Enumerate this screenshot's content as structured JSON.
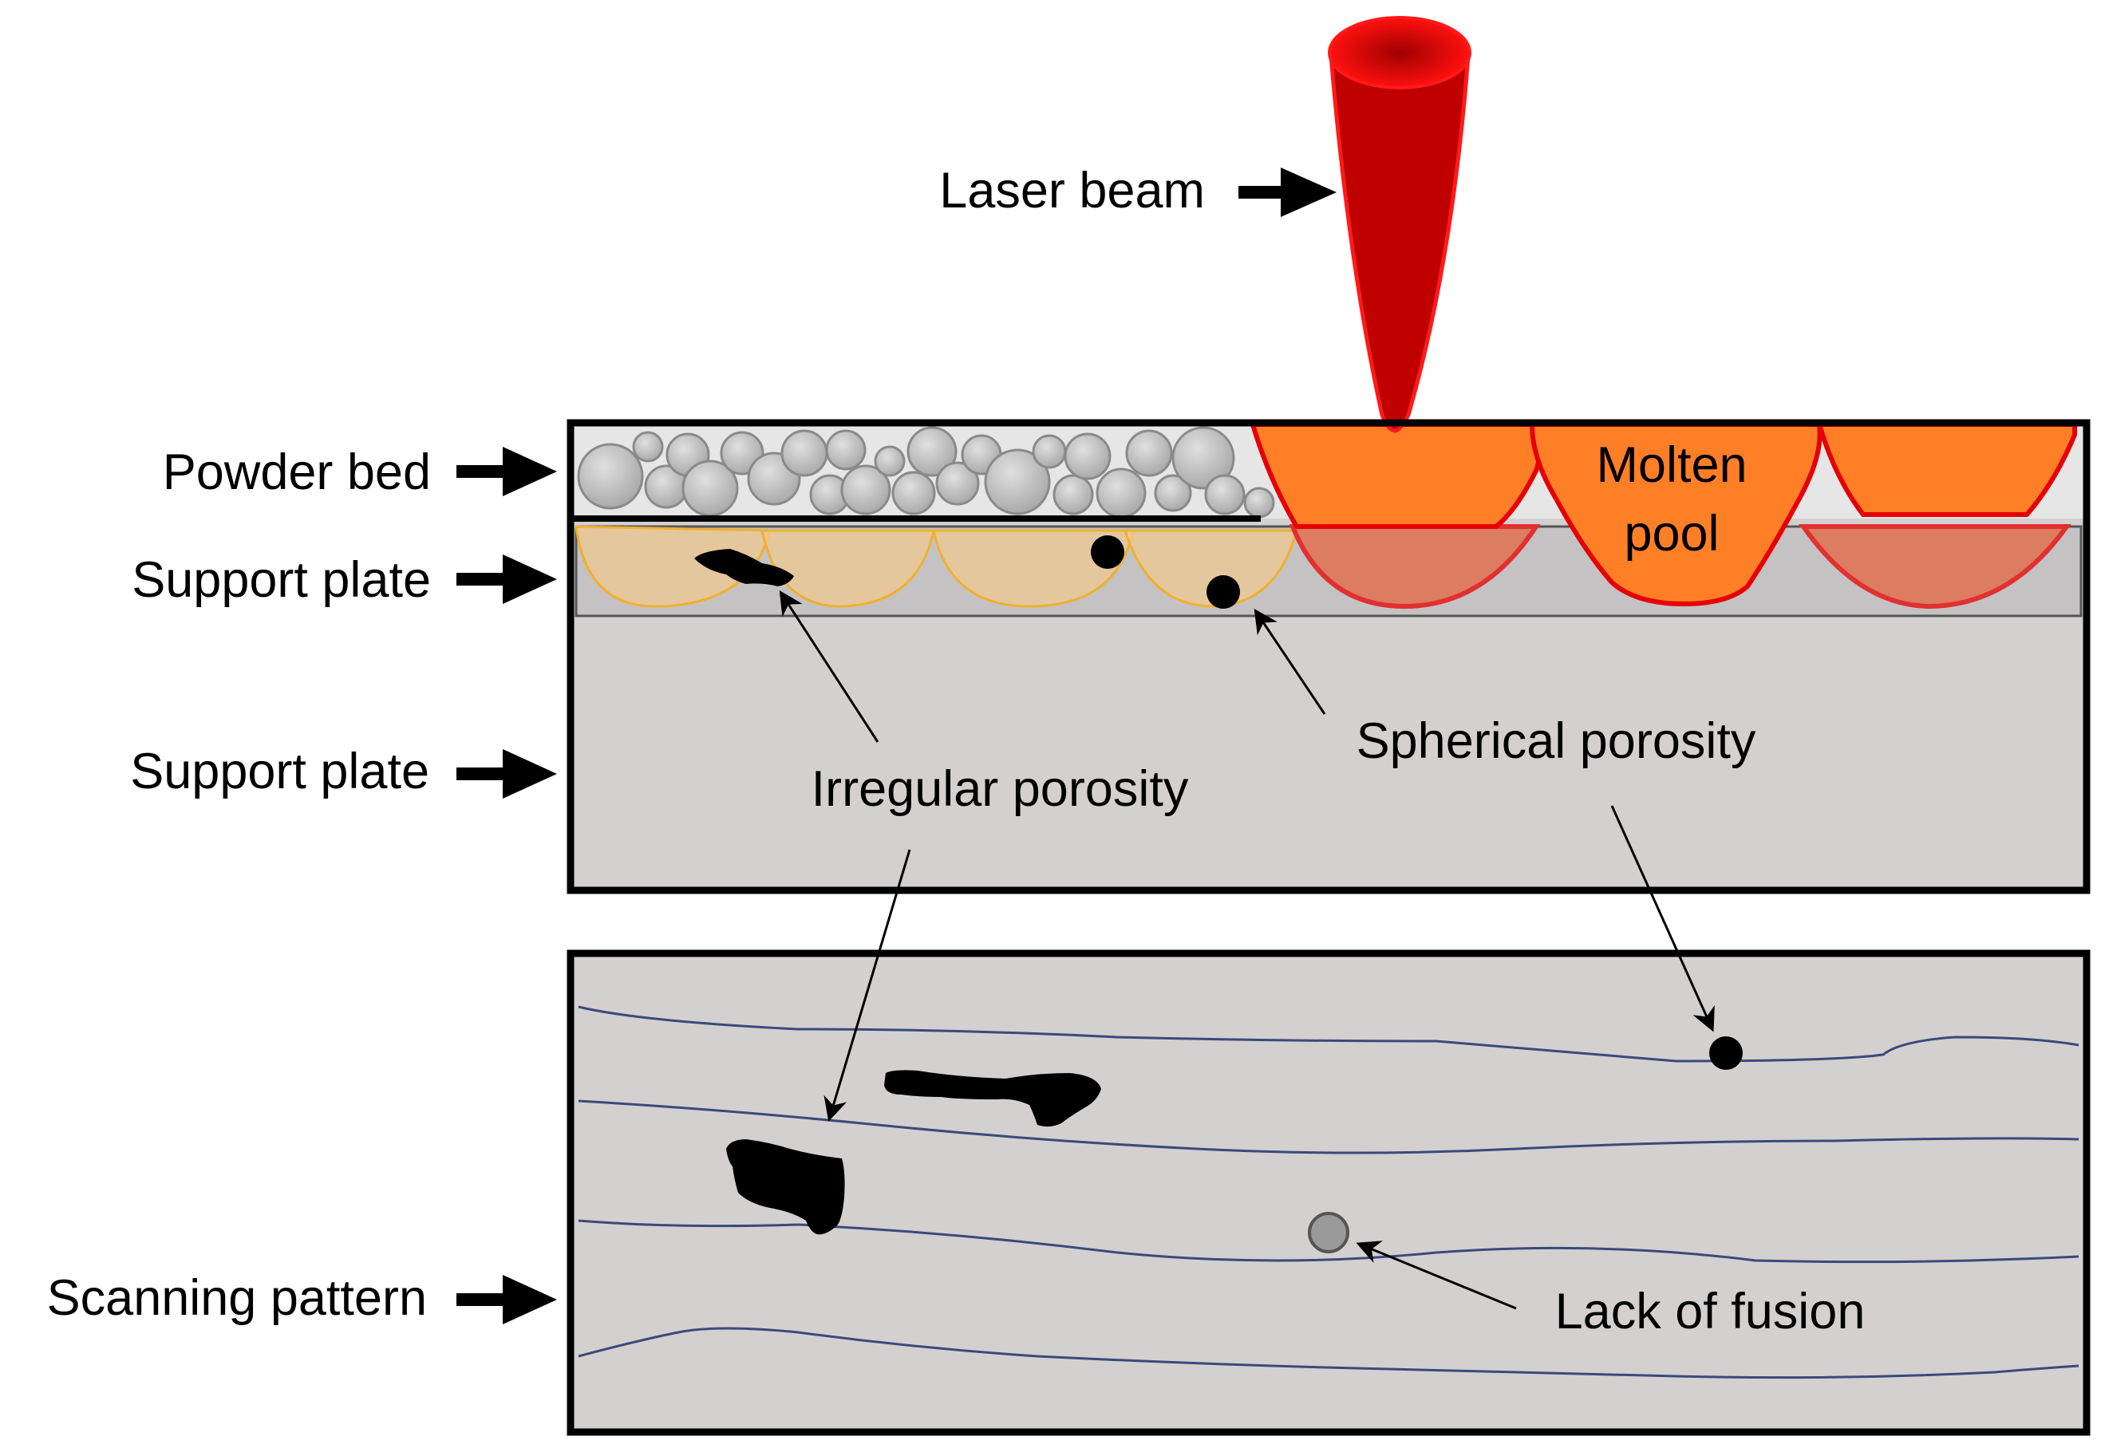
{
  "labels": {
    "laser_beam": "Laser beam",
    "powder_bed": "Powder bed",
    "support_plate_top": "Support plate",
    "support_plate_bottom": "Support plate",
    "scanning_pattern": "Scanning pattern",
    "molten_pool_line1": "Molten",
    "molten_pool_line2": "pool",
    "irregular_porosity": "Irregular porosity",
    "spherical_porosity": "Spherical porosity",
    "lack_of_fusion": "Lack of fusion"
  },
  "colors": {
    "laser": "#c00000",
    "laser_edge": "#ff0000",
    "molten_pool": "#ff7f27",
    "molten_edge": "#e60000",
    "solidified_track": "#f0c890",
    "track_edge": "#f0b030",
    "powder": "#c8c8c8",
    "plate": "#d4d0d0",
    "defect": "#000000",
    "lack_of_fusion_dot": "#9a9a9a",
    "scan_line": "#3a4a7a"
  }
}
